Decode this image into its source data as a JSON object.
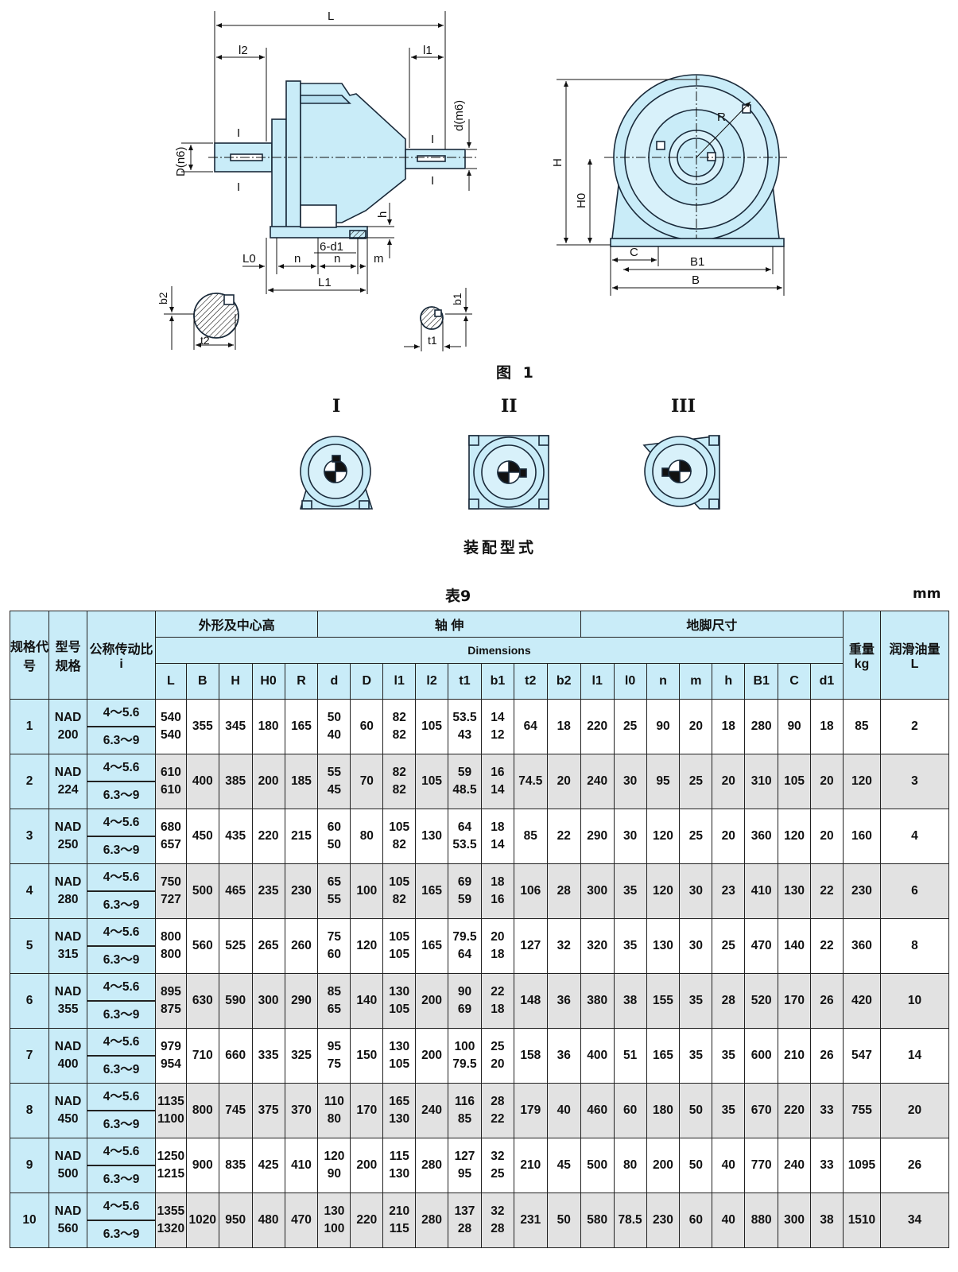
{
  "figure": {
    "caption": "图 1",
    "labels": {
      "L": "L",
      "l2": "l2",
      "l1": "l1",
      "d_m6": "d(m6)",
      "D_n6": "D(n6)",
      "h": "h",
      "six_d1": "6-d1",
      "L0": "L0",
      "n1": "n",
      "n2": "n",
      "m": "m",
      "L1": "L1",
      "H": "H",
      "H0": "H0",
      "R": "R",
      "C": "C",
      "B1": "B1",
      "B": "B",
      "b2": "b2",
      "t2": "t2",
      "b1": "b1",
      "t1": "t1",
      "sec1": "I",
      "sec2": "I",
      "sec3": "I",
      "sec4": "I"
    }
  },
  "assembly": {
    "caption": "装配型式",
    "types": [
      "I",
      "II",
      "III"
    ]
  },
  "table": {
    "title": "表9",
    "unit": "mm",
    "headers": {
      "code": "规格代号",
      "model": "型号规格",
      "ratio": "公称传动比",
      "ratio_sym": "i",
      "group_outline": "外形及中心高",
      "group_shaft": "轴 伸",
      "group_foot": "地脚尺寸",
      "dimensions": "Dimensions",
      "weight": "重量",
      "weight_unit": "kg",
      "oil": "润滑油量",
      "oil_unit": "L",
      "cols": [
        "L",
        "B",
        "H",
        "H0",
        "R",
        "d",
        "D",
        "l1",
        "l2",
        "t1",
        "b1",
        "t2",
        "b2",
        "l1",
        "l0",
        "n",
        "m",
        "h",
        "B1",
        "C",
        "d1"
      ]
    },
    "ratio_ranges": [
      "4～5.6",
      "6.3～9"
    ],
    "rows": [
      {
        "code": "1",
        "model": [
          "NAD",
          "200"
        ],
        "L": [
          "540",
          "540"
        ],
        "B": "355",
        "H": "345",
        "H0": "180",
        "R": "165",
        "d": [
          "50",
          "40"
        ],
        "D": "60",
        "l1": [
          "82",
          "82"
        ],
        "l2": "105",
        "t1": [
          "53.5",
          "43"
        ],
        "b1": [
          "14",
          "12"
        ],
        "t2": "64",
        "b2": "18",
        "fl1": "220",
        "l0": "25",
        "n": "90",
        "m": "20",
        "h": "18",
        "B1": "280",
        "C": "90",
        "d1": "18",
        "kg": "85",
        "oil": "2"
      },
      {
        "code": "2",
        "model": [
          "NAD",
          "224"
        ],
        "L": [
          "610",
          "610"
        ],
        "B": "400",
        "H": "385",
        "H0": "200",
        "R": "185",
        "d": [
          "55",
          "45"
        ],
        "D": "70",
        "l1": [
          "82",
          "82"
        ],
        "l2": "105",
        "t1": [
          "59",
          "48.5"
        ],
        "b1": [
          "16",
          "14"
        ],
        "t2": "74.5",
        "b2": "20",
        "fl1": "240",
        "l0": "30",
        "n": "95",
        "m": "25",
        "h": "20",
        "B1": "310",
        "C": "105",
        "d1": "20",
        "kg": "120",
        "oil": "3"
      },
      {
        "code": "3",
        "model": [
          "NAD",
          "250"
        ],
        "L": [
          "680",
          "657"
        ],
        "B": "450",
        "H": "435",
        "H0": "220",
        "R": "215",
        "d": [
          "60",
          "50"
        ],
        "D": "80",
        "l1": [
          "105",
          "82"
        ],
        "l2": "130",
        "t1": [
          "64",
          "53.5"
        ],
        "b1": [
          "18",
          "14"
        ],
        "t2": "85",
        "b2": "22",
        "fl1": "290",
        "l0": "30",
        "n": "120",
        "m": "25",
        "h": "20",
        "B1": "360",
        "C": "120",
        "d1": "20",
        "kg": "160",
        "oil": "4"
      },
      {
        "code": "4",
        "model": [
          "NAD",
          "280"
        ],
        "L": [
          "750",
          "727"
        ],
        "B": "500",
        "H": "465",
        "H0": "235",
        "R": "230",
        "d": [
          "65",
          "55"
        ],
        "D": "100",
        "l1": [
          "105",
          "82"
        ],
        "l2": "165",
        "t1": [
          "69",
          "59"
        ],
        "b1": [
          "18",
          "16"
        ],
        "t2": "106",
        "b2": "28",
        "fl1": "300",
        "l0": "35",
        "n": "120",
        "m": "30",
        "h": "23",
        "B1": "410",
        "C": "130",
        "d1": "22",
        "kg": "230",
        "oil": "6"
      },
      {
        "code": "5",
        "model": [
          "NAD",
          "315"
        ],
        "L": [
          "800",
          "800"
        ],
        "B": "560",
        "H": "525",
        "H0": "265",
        "R": "260",
        "d": [
          "75",
          "60"
        ],
        "D": "120",
        "l1": [
          "105",
          "105"
        ],
        "l2": "165",
        "t1": [
          "79.5",
          "64"
        ],
        "b1": [
          "20",
          "18"
        ],
        "t2": "127",
        "b2": "32",
        "fl1": "320",
        "l0": "35",
        "n": "130",
        "m": "30",
        "h": "25",
        "B1": "470",
        "C": "140",
        "d1": "22",
        "kg": "360",
        "oil": "8"
      },
      {
        "code": "6",
        "model": [
          "NAD",
          "355"
        ],
        "L": [
          "895",
          "875"
        ],
        "B": "630",
        "H": "590",
        "H0": "300",
        "R": "290",
        "d": [
          "85",
          "65"
        ],
        "D": "140",
        "l1": [
          "130",
          "105"
        ],
        "l2": "200",
        "t1": [
          "90",
          "69"
        ],
        "b1": [
          "22",
          "18"
        ],
        "t2": "148",
        "b2": "36",
        "fl1": "380",
        "l0": "38",
        "n": "155",
        "m": "35",
        "h": "28",
        "B1": "520",
        "C": "170",
        "d1": "26",
        "kg": "420",
        "oil": "10"
      },
      {
        "code": "7",
        "model": [
          "NAD",
          "400"
        ],
        "L": [
          "979",
          "954"
        ],
        "B": "710",
        "H": "660",
        "H0": "335",
        "R": "325",
        "d": [
          "95",
          "75"
        ],
        "D": "150",
        "l1": [
          "130",
          "105"
        ],
        "l2": "200",
        "t1": [
          "100",
          "79.5"
        ],
        "b1": [
          "25",
          "20"
        ],
        "t2": "158",
        "b2": "36",
        "fl1": "400",
        "l0": "51",
        "n": "165",
        "m": "35",
        "h": "35",
        "B1": "600",
        "C": "210",
        "d1": "26",
        "kg": "547",
        "oil": "14"
      },
      {
        "code": "8",
        "model": [
          "NAD",
          "450"
        ],
        "L": [
          "1135",
          "1100"
        ],
        "B": "800",
        "H": "745",
        "H0": "375",
        "R": "370",
        "d": [
          "110",
          "80"
        ],
        "D": "170",
        "l1": [
          "165",
          "130"
        ],
        "l2": "240",
        "t1": [
          "116",
          "85"
        ],
        "b1": [
          "28",
          "22"
        ],
        "t2": "179",
        "b2": "40",
        "fl1": "460",
        "l0": "60",
        "n": "180",
        "m": "50",
        "h": "35",
        "B1": "670",
        "C": "220",
        "d1": "33",
        "kg": "755",
        "oil": "20"
      },
      {
        "code": "9",
        "model": [
          "NAD",
          "500"
        ],
        "L": [
          "1250",
          "1215"
        ],
        "B": "900",
        "H": "835",
        "H0": "425",
        "R": "410",
        "d": [
          "120",
          "90"
        ],
        "D": "200",
        "l1": [
          "115",
          "130"
        ],
        "l2": "280",
        "t1": [
          "127",
          "95"
        ],
        "b1": [
          "32",
          "25"
        ],
        "t2": "210",
        "b2": "45",
        "fl1": "500",
        "l0": "80",
        "n": "200",
        "m": "50",
        "h": "40",
        "B1": "770",
        "C": "240",
        "d1": "33",
        "kg": "1095",
        "oil": "26"
      },
      {
        "code": "10",
        "model": [
          "NAD",
          "560"
        ],
        "L": [
          "1355",
          "1320"
        ],
        "B": "1020",
        "H": "950",
        "H0": "480",
        "R": "470",
        "d": [
          "130",
          "100"
        ],
        "D": "220",
        "l1": [
          "210",
          "115"
        ],
        "l2": "280",
        "t1": [
          "137",
          "28"
        ],
        "b1": [
          "32",
          "28"
        ],
        "t2": "231",
        "b2": "50",
        "fl1": "580",
        "l0": "78.5",
        "n": "230",
        "m": "60",
        "h": "40",
        "B1": "880",
        "C": "300",
        "d1": "38",
        "kg": "1510",
        "oil": "34"
      }
    ]
  },
  "colors": {
    "line": "#1a2a3a",
    "fill": "#c9ecf8",
    "shade": "#e2e2e2"
  }
}
